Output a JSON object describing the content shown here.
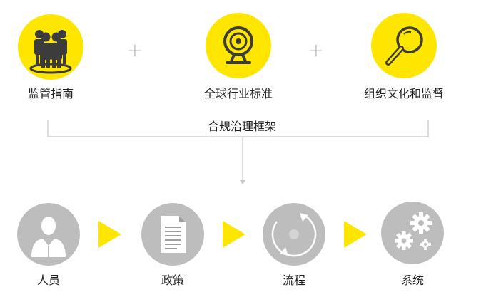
{
  "top_row": [
    {
      "label": "监管指南",
      "icon": "people-group-icon"
    },
    {
      "label": "全球行业标准",
      "icon": "webcam-icon"
    },
    {
      "label": "组织文化和监督",
      "icon": "magnifier-icon"
    }
  ],
  "operators": [
    "+",
    "+"
  ],
  "framework_label": "合规治理框架",
  "bottom_row": [
    {
      "label": "人员",
      "icon": "person-icon"
    },
    {
      "label": "政策",
      "icon": "document-icon"
    },
    {
      "label": "流程",
      "icon": "cycle-icon"
    },
    {
      "label": "系统",
      "icon": "gears-icon"
    }
  ],
  "colors": {
    "accent": "#FFE600",
    "icon_dark": "#3c3c3c",
    "grey_circle": "#BDBDBD",
    "line": "#c8c8c8"
  }
}
